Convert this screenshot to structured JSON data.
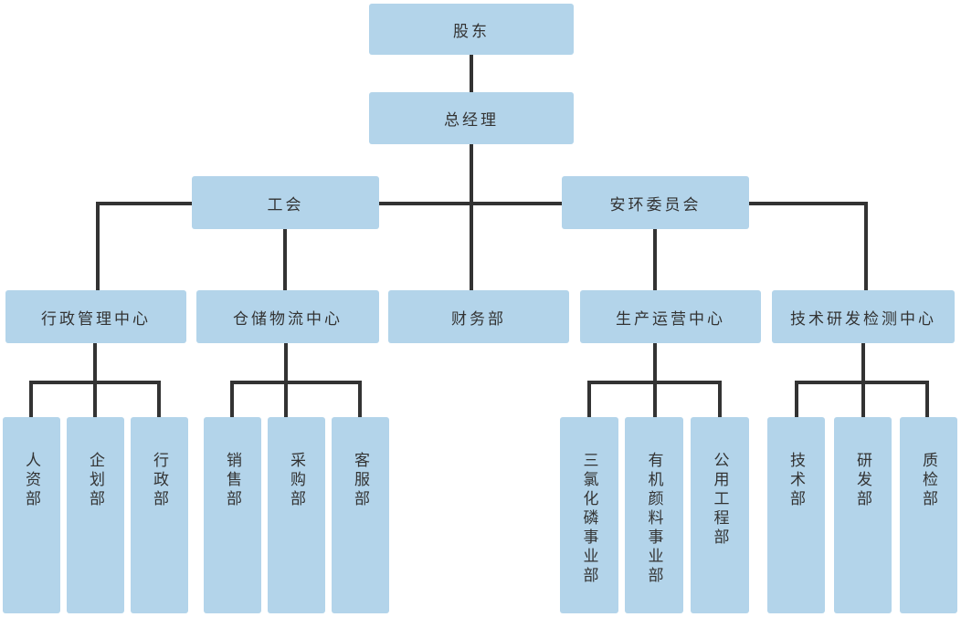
{
  "diagram": {
    "type": "org-chart",
    "style": {
      "box_fill": "#b3d4ea",
      "connector_color": "#333333",
      "text_color": "#333333",
      "background": "#ffffff"
    },
    "tree": {
      "label": "股东",
      "children": [
        {
          "label": "总经理",
          "children": [
            {
              "label": "工会",
              "children": [
                {
                  "label": "行政管理中心",
                  "children": [
                    {
                      "label": "人资部"
                    },
                    {
                      "label": "企划部"
                    },
                    {
                      "label": "行政部"
                    }
                  ]
                },
                {
                  "label": "仓储物流中心",
                  "children": [
                    {
                      "label": "销售部"
                    },
                    {
                      "label": "采购部"
                    },
                    {
                      "label": "客服部"
                    }
                  ]
                }
              ]
            },
            {
              "label": "财务部",
              "children": []
            },
            {
              "label": "安环委员会",
              "children": [
                {
                  "label": "生产运营中心",
                  "children": [
                    {
                      "label": "三氯化磷事业部"
                    },
                    {
                      "label": "有机颜料事业部"
                    },
                    {
                      "label": "公用工程部"
                    }
                  ]
                },
                {
                  "label": "技术研发检测中心",
                  "children": [
                    {
                      "label": "技术部"
                    },
                    {
                      "label": "研发部"
                    },
                    {
                      "label": "质检部"
                    }
                  ]
                }
              ]
            }
          ]
        }
      ]
    }
  }
}
